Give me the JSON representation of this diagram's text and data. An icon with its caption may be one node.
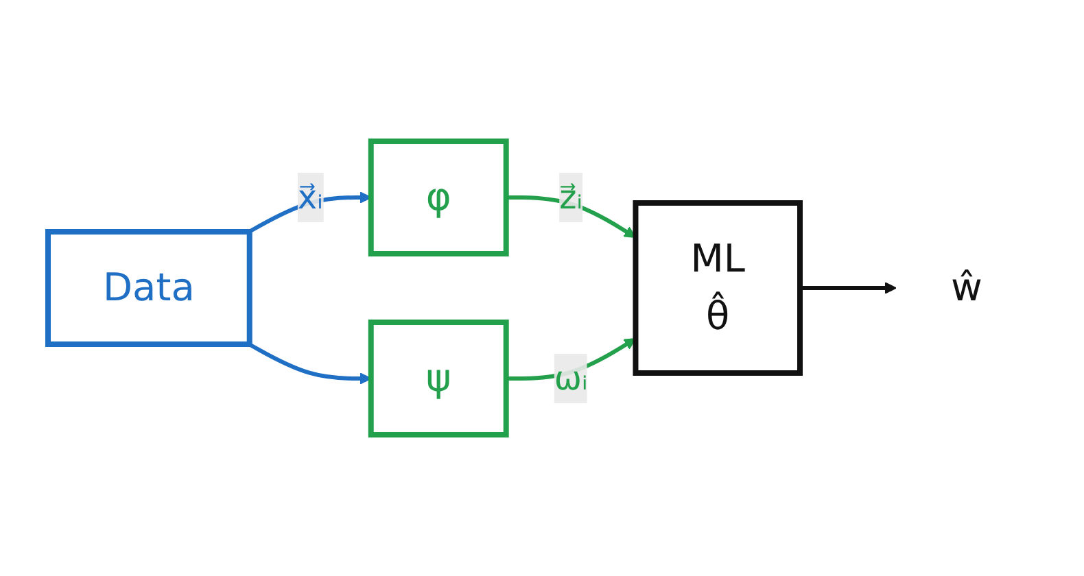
{
  "diagram": {
    "nodes": [
      {
        "text": [
          "Data"
        ]
      },
      {
        "text": [
          "φ"
        ]
      },
      {
        "text": [
          "ψ"
        ]
      },
      {
        "text": [
          "ML",
          "θ̂"
        ]
      },
      {
        "text": [
          "ŵ"
        ]
      }
    ],
    "edges": [
      {
        "from": 0,
        "to": 1,
        "arrow": "to",
        "label": "x⃗ᵢ"
      },
      {
        "from": 0,
        "to": 2,
        "arrow": "to"
      },
      {
        "from": 1,
        "to": 3,
        "arrow": "to",
        "label": "z⃗ᵢ",
        "color": "#22a04b"
      },
      {
        "from": 2,
        "to": 3,
        "arrow": "to",
        "label": "ωᵢ",
        "color": "#22a04b"
      },
      {
        "from": 3,
        "to": 4,
        "arrow": "to",
        "color": "#111111"
      }
    ]
  }
}
